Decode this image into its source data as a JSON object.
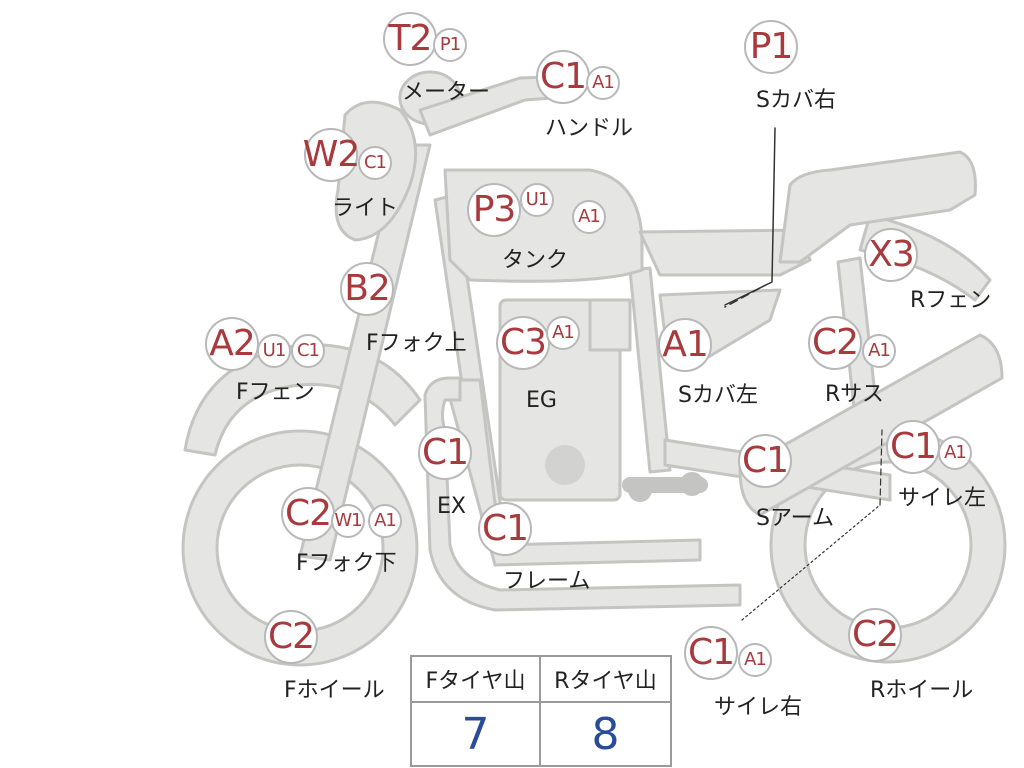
{
  "colors": {
    "body_fill": "#e5e5e3",
    "body_stroke": "#c4c4c2",
    "marker_text": "#a83a3e",
    "marker_border": "#b8b8b8",
    "label_text": "#222222",
    "value_text": "#2a4a9a"
  },
  "parts": [
    {
      "id": "meter",
      "label": "メーター",
      "codes": [
        "T2",
        "P1"
      ]
    },
    {
      "id": "handle",
      "label": "ハンドル",
      "codes": [
        "C1",
        "A1"
      ]
    },
    {
      "id": "seat-cover-right",
      "label": "Sカバ右",
      "codes": [
        "P1"
      ]
    },
    {
      "id": "light",
      "label": "ライト",
      "codes": [
        "W2",
        "C1"
      ]
    },
    {
      "id": "tank",
      "label": "タンク",
      "codes": [
        "P3",
        "U1",
        "A1"
      ]
    },
    {
      "id": "rear-fender",
      "label": "Rフェン",
      "codes": [
        "X3"
      ]
    },
    {
      "id": "fork-upper",
      "label": "Fフォク上",
      "codes": [
        "B2"
      ]
    },
    {
      "id": "front-fender",
      "label": "Fフェン",
      "codes": [
        "A2",
        "U1",
        "C1"
      ]
    },
    {
      "id": "engine",
      "label": "EG",
      "codes": [
        "C3",
        "A1"
      ]
    },
    {
      "id": "seat-cover-left",
      "label": "Sカバ左",
      "codes": [
        "A1"
      ]
    },
    {
      "id": "rear-suspension",
      "label": "Rサス",
      "codes": [
        "C2",
        "A1"
      ]
    },
    {
      "id": "exhaust",
      "label": "EX",
      "codes": [
        "C1"
      ]
    },
    {
      "id": "swing-arm",
      "label": "Sアーム",
      "codes": [
        "C1"
      ]
    },
    {
      "id": "muffler-left",
      "label": "サイレ左",
      "codes": [
        "C1",
        "A1"
      ]
    },
    {
      "id": "fork-lower",
      "label": "Fフォク下",
      "codes": [
        "C2",
        "W1",
        "A1"
      ]
    },
    {
      "id": "frame",
      "label": "フレーム",
      "codes": [
        "C1"
      ]
    },
    {
      "id": "front-wheel",
      "label": "Fホイール",
      "codes": [
        "C2"
      ]
    },
    {
      "id": "muffler-right",
      "label": "サイレ右",
      "codes": [
        "C1",
        "A1"
      ]
    },
    {
      "id": "rear-wheel",
      "label": "Rホイール",
      "codes": [
        "C2"
      ]
    }
  ],
  "tread": {
    "front_label": "Fタイヤ山",
    "rear_label": "Rタイヤ山",
    "front_value": "7",
    "rear_value": "8"
  }
}
